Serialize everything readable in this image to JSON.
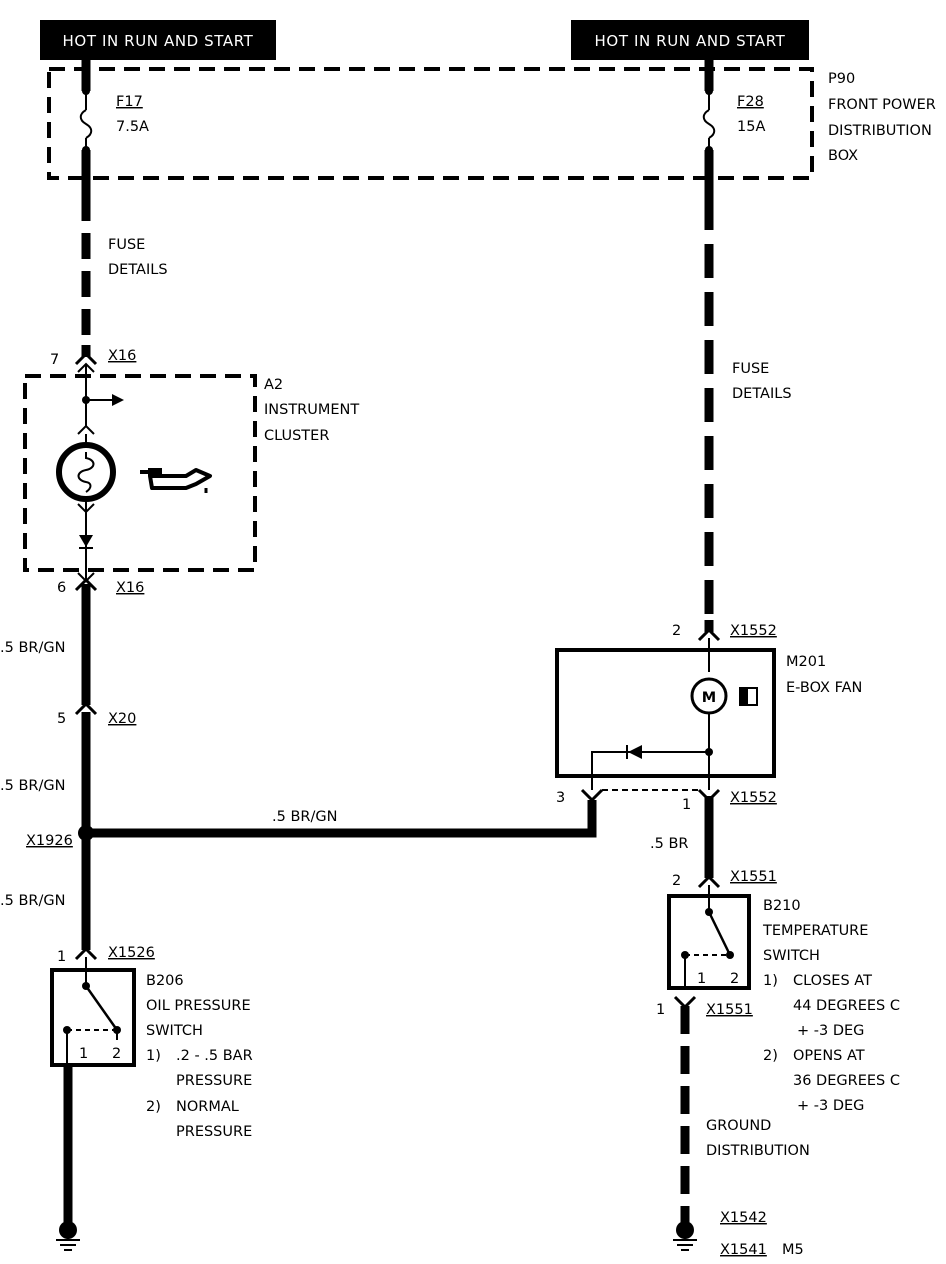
{
  "headers": {
    "left": "HOT IN RUN AND START",
    "right": "HOT IN RUN AND START"
  },
  "distribution_box": {
    "id": "P90",
    "name_line1": "FRONT POWER",
    "name_line2": "DISTRIBUTION",
    "name_line3": "BOX",
    "fuse_left": {
      "id": "F17",
      "rating": "7.5A"
    },
    "fuse_right": {
      "id": "F28",
      "rating": "15A"
    }
  },
  "fuse_details": {
    "left": {
      "line1": "FUSE",
      "line2": "DETAILS"
    },
    "right": {
      "line1": "FUSE",
      "line2": "DETAILS"
    }
  },
  "instrument_cluster": {
    "id": "A2",
    "name_line1": "INSTRUMENT",
    "name_line2": "CLUSTER",
    "pin_top": "7",
    "conn_top": "X16",
    "pin_bottom": "6",
    "conn_bottom": "X16"
  },
  "left_wires": {
    "wire1": ".5 BR/GN",
    "pin_x20": "5",
    "conn_x20": "X20",
    "wire2": ".5 BR/GN",
    "splice": "X1926",
    "wire3": ".5 BR/GN",
    "cross_wire": ".5 BR/GN"
  },
  "oil_switch": {
    "pin": "1",
    "conn": "X1526",
    "id": "B206",
    "name_line1": "OIL PRESSURE",
    "name_line2": "SWITCH",
    "t1": "1",
    "t2": "2",
    "note1_num": "1)",
    "note1_line1": ".2 - .5 BAR",
    "note1_line2": "PRESSURE",
    "note2_num": "2)",
    "note2_line1": "NORMAL",
    "note2_line2": "PRESSURE"
  },
  "fan": {
    "pin_top": "2",
    "conn_top": "X1552",
    "id": "M201",
    "name": "E-BOX FAN",
    "motor_letter": "M",
    "pin3": "3",
    "pin1": "1",
    "conn_bottom": "X1552"
  },
  "temp_switch": {
    "wire": ".5 BR",
    "pin_top": "2",
    "conn_top": "X1551",
    "id": "B210",
    "name_line1": "TEMPERATURE",
    "name_line2": "SWITCH",
    "t1": "1",
    "t2": "2",
    "pin_bottom": "1",
    "conn_bottom": "X1551",
    "note1_num": "1)",
    "note1_line1": "CLOSES AT",
    "note1_line2": "44 DEGREES C",
    "note1_line3": "+ -3 DEG",
    "note2_num": "2)",
    "note2_line1": "OPENS AT",
    "note2_line2": "36 DEGREES C",
    "note2_line3": "+ -3 DEG"
  },
  "ground": {
    "line1": "GROUND",
    "line2": "DISTRIBUTION",
    "conn1": "X1542",
    "conn2": "X1541",
    "location": "M5"
  }
}
